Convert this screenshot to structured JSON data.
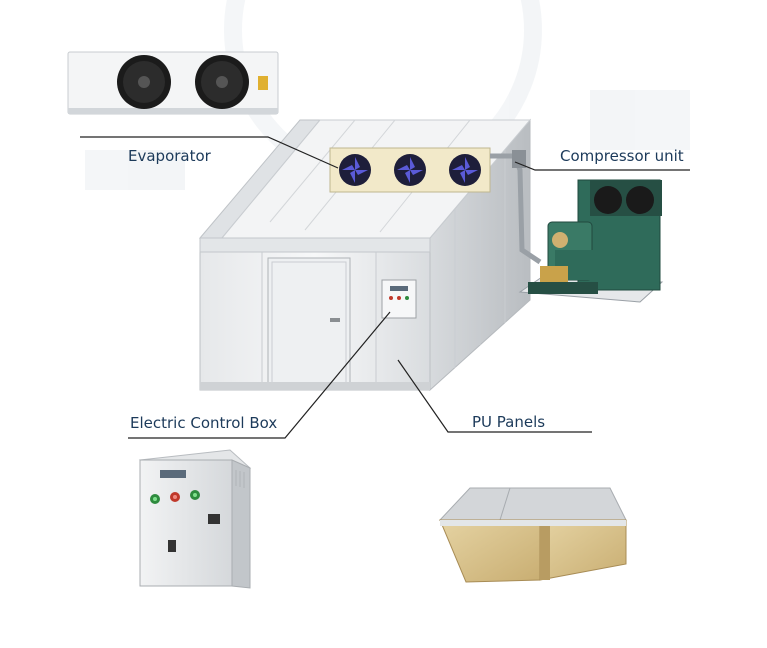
{
  "labels": {
    "evaporator": "Evaporator",
    "compressor_unit": "Compressor unit",
    "electric_control_box": "Electric Control Box",
    "pu_panels": "PU Panels"
  },
  "colors": {
    "label_text": "#1c3a5a",
    "leader_line": "#222222",
    "fan_blade": "#3a3aa8",
    "compressor_green": "#2f6b5a",
    "pu_foam": "#d9c391",
    "button_red": "#c0392b",
    "button_green": "#2e8b3e"
  },
  "icons": {
    "evaporator": "evaporator-unit-icon",
    "cold_room": "cold-room-icon",
    "compressor": "compressor-unit-icon",
    "control_box": "electric-control-box-icon",
    "pu_panels": "pu-panel-icon"
  }
}
